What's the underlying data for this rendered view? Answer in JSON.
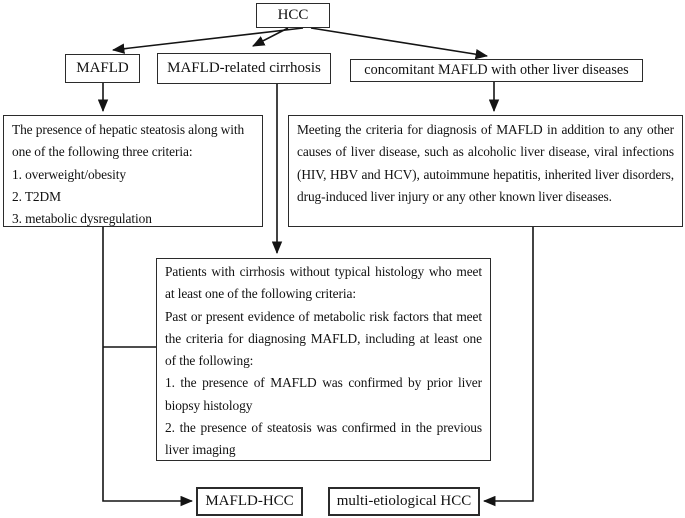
{
  "flowchart": {
    "root": {
      "label": "HCC"
    },
    "branches": {
      "mafld": {
        "label": "MAFLD"
      },
      "mafld_cirrhosis": {
        "label": "MAFLD-related cirrhosis"
      },
      "concomitant": {
        "label": "concomitant MAFLD with other liver diseases"
      }
    },
    "criteria": {
      "mafld": {
        "intro": "The presence of hepatic steatosis along with one of the following three criteria:",
        "item1": "1. overweight/obesity",
        "item2": "2. T2DM",
        "item3": "3. metabolic dysregulation"
      },
      "concomitant": {
        "text": "Meeting the criteria for diagnosis of MAFLD in addition to any other causes of liver disease, such as alcoholic liver disease, viral infections (HIV, HBV and HCV), autoimmune hepatitis, inherited liver disorders, drug-induced liver injury or any other known liver diseases."
      },
      "cirrhosis": {
        "intro": "Patients with cirrhosis without typical histology who meet at least one of the following criteria:",
        "evidence": "Past or present evidence of metabolic risk factors that meet the criteria for diagnosing MAFLD, including at least one of the following:",
        "item1": "1. the presence of MAFLD was confirmed by prior liver biopsy histology",
        "item2": "2. the presence of steatosis was confirmed in the previous liver imaging"
      }
    },
    "outcomes": {
      "mafld_hcc": {
        "label": "MAFLD-HCC"
      },
      "multi_hcc": {
        "label": "multi-etiological HCC"
      }
    }
  },
  "colors": {
    "background": "#ffffff",
    "border": "#2b2b2b",
    "line": "#141414",
    "text": "#111111"
  }
}
